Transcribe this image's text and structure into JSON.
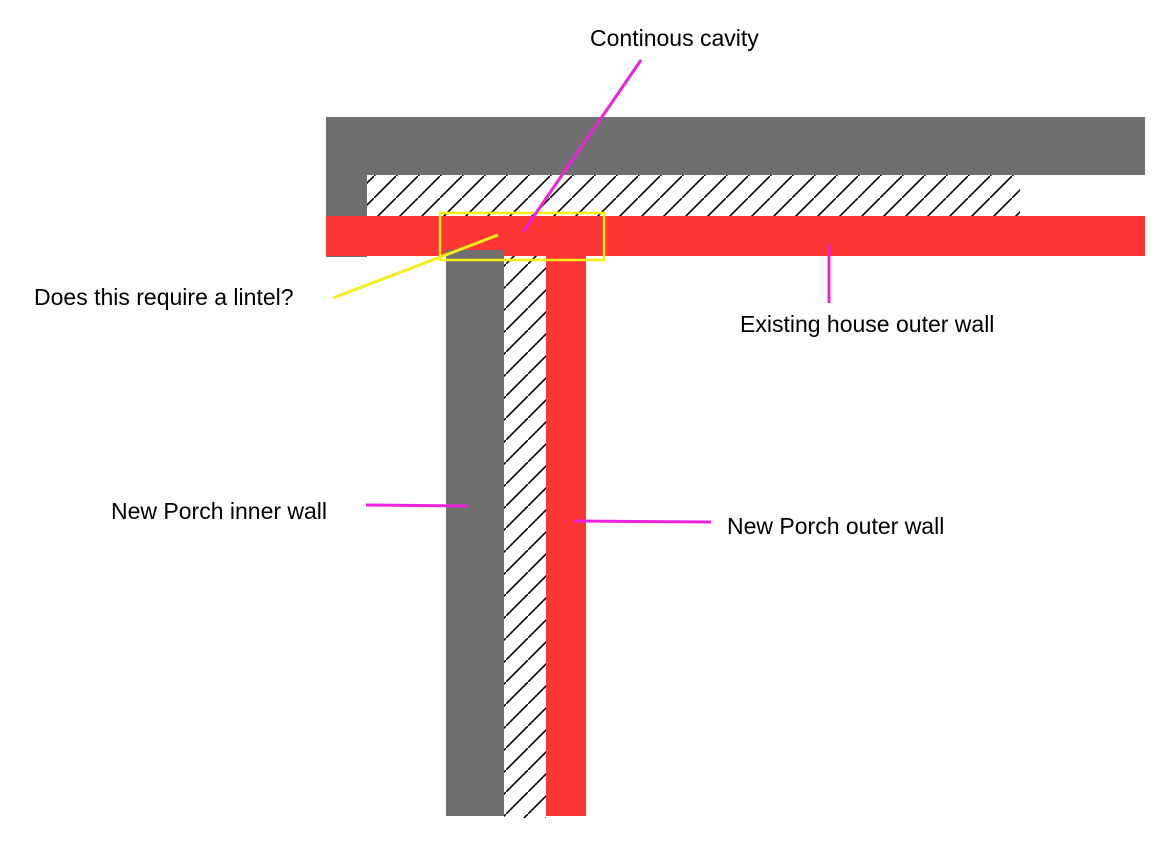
{
  "labels": {
    "continuous_cavity": "Continous cavity",
    "lintel_question": "Does this require a lintel?",
    "existing_outer_wall": "Existing house outer wall",
    "porch_inner_wall": "New Porch inner wall",
    "porch_outer_wall": "New Porch outer wall"
  },
  "colors": {
    "inner_leaf": "#6f6f6f",
    "outer_leaf": "#fc3535",
    "leader": "#ee22dd",
    "highlight": "#f5ee1a",
    "hatch": "#000000"
  }
}
